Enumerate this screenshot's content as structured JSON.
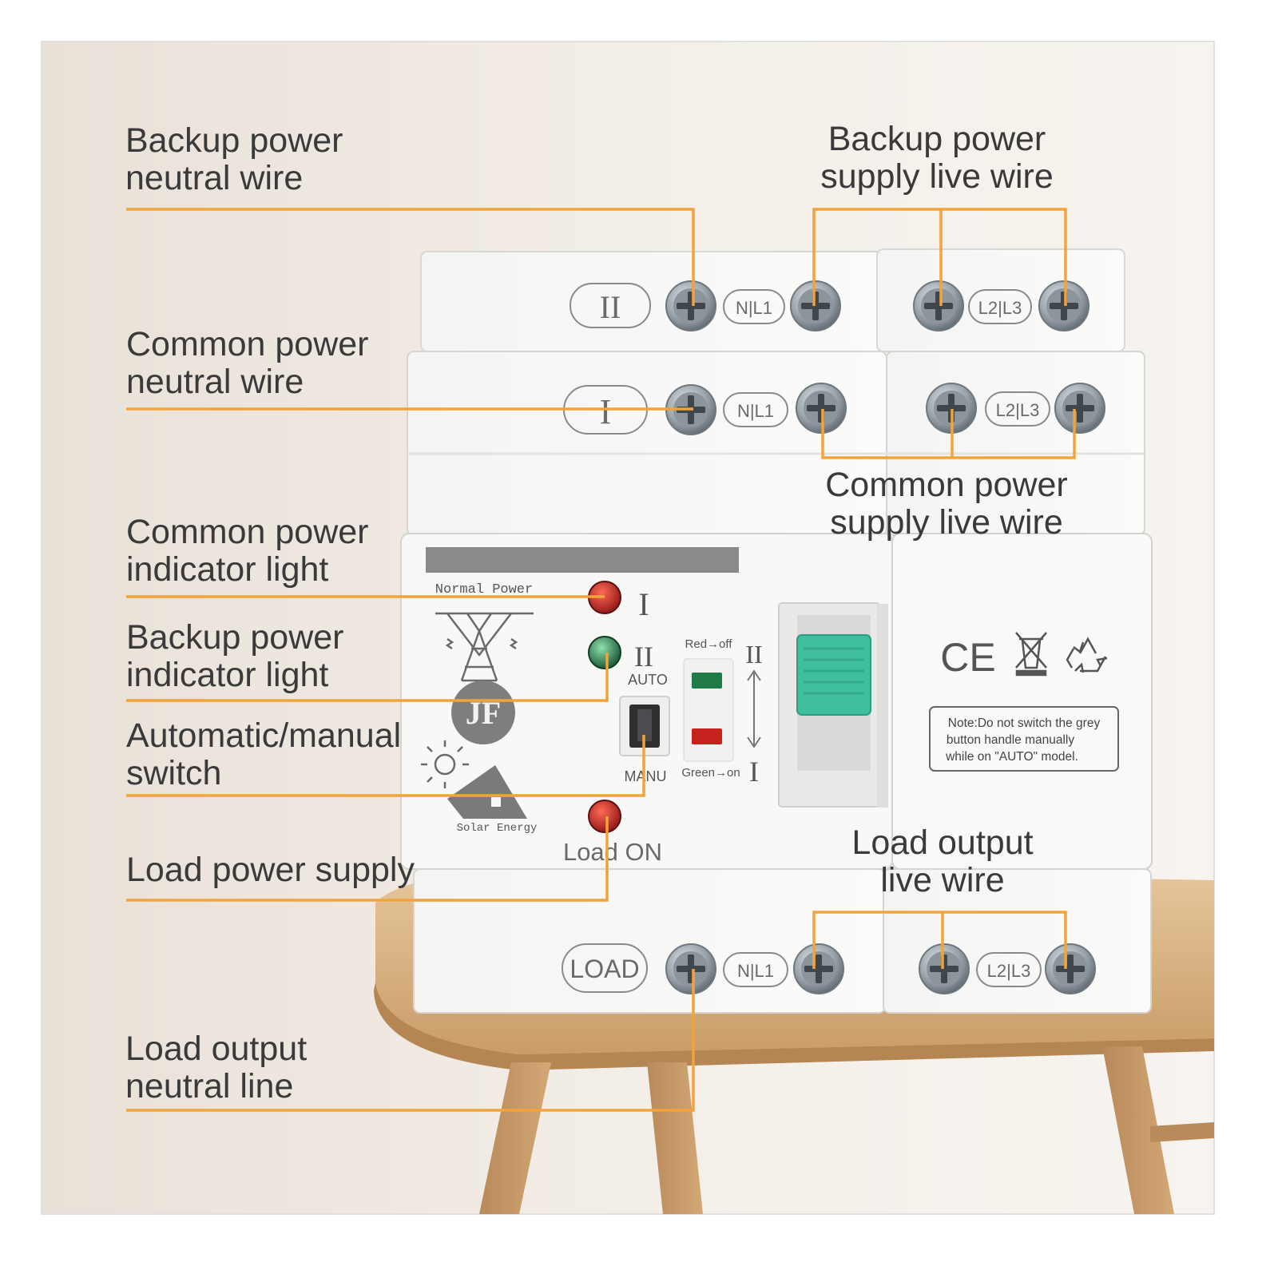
{
  "callouts": {
    "backup_neutral": {
      "line1": "Backup power",
      "line2": "neutral wire"
    },
    "backup_live": {
      "line1": "Backup power",
      "line2": "supply live wire"
    },
    "common_neutral": {
      "line1": "Common power",
      "line2": "neutral wire"
    },
    "common_live": {
      "line1": "Common power",
      "line2": "supply live wire"
    },
    "common_indicator": {
      "line1": "Common power",
      "line2": "indicator light"
    },
    "backup_indicator": {
      "line1": "Backup power",
      "line2": "indicator light"
    },
    "auto_manual": {
      "line1": "Automatic/manual",
      "line2": "switch"
    },
    "load_supply": {
      "line1": "Load power supply"
    },
    "load_live": {
      "line1": "Load output",
      "line2": "live wire"
    },
    "load_neutral": {
      "line1": "Load output",
      "line2": "neutral line"
    }
  },
  "device": {
    "terminal_top_label": "II",
    "terminal_mid_label": "I",
    "terminal_bottom_label": "LOAD",
    "nl1": "N|L1",
    "l2l3": "L2|L3",
    "normal_power": "Normal Power",
    "mark_one": "I",
    "mark_two": "II",
    "auto": "AUTO",
    "manu": "MANU",
    "red_off": "Red→off",
    "green_on": "Green→on",
    "load_on": "Load ON",
    "solar_energy": "Solar Energy",
    "brand_mark": "JF",
    "ce_mark": "CE",
    "note_line1": "Note:Do not switch the grey",
    "note_line2": "button handle manually",
    "note_line3": "while on \"AUTO\" model."
  },
  "colors": {
    "leader": "#f2a33a",
    "text": "#3a3a3a",
    "handle": "#3fbf9e",
    "indicator_red": "#c8221f",
    "indicator_green": "#1f7a45"
  },
  "icons": [
    "power-tower-icon",
    "solar-house-icon",
    "weee-bin-icon",
    "recycle-icon",
    "screw-terminal-icon"
  ]
}
